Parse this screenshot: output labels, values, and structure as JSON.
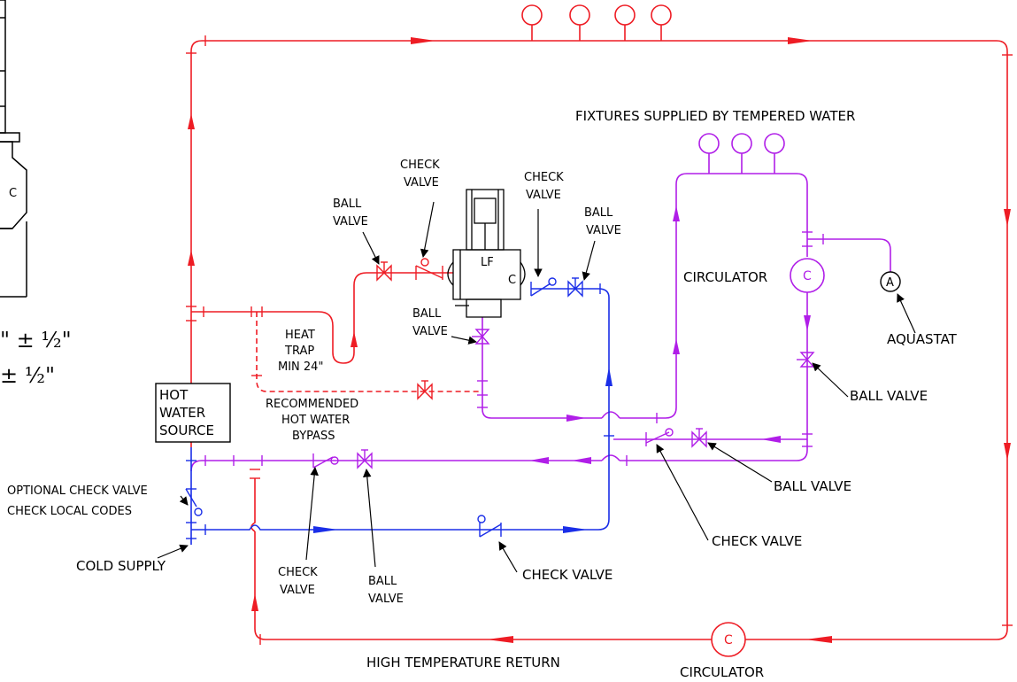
{
  "colors": {
    "hot": "#ee1c24",
    "tempered": "#b01ee8",
    "cold": "#1a2ee8",
    "line": "#000000"
  },
  "labels": {
    "fixtures_tempered": "FIXTURES SUPPLIED BY TEMPERED WATER",
    "check_valve_1a": "CHECK",
    "check_valve_1b": "VALVE",
    "check_valve_2a": "CHECK",
    "check_valve_2b": "VALVE",
    "ball_valve_1a": "BALL",
    "ball_valve_1b": "VALVE",
    "ball_valve_2a": "BALL",
    "ball_valve_2b": "VALVE",
    "ball_valve_3a": "BALL",
    "ball_valve_3b": "VALVE",
    "circulator_top": "CIRCULATOR",
    "aquastat": "AQUASTAT",
    "ball_valve_right": "BALL VALVE",
    "heat_trap_1": "HEAT",
    "heat_trap_2": "TRAP",
    "heat_trap_3": "MIN 24\"",
    "bypass_1": "RECOMMENDED",
    "bypass_2": "HOT WATER",
    "bypass_3": "BYPASS",
    "hot_source_1": "HOT",
    "hot_source_2": "WATER",
    "hot_source_3": "SOURCE",
    "optional_check_1": "OPTIONAL CHECK VALVE",
    "optional_check_2": "CHECK LOCAL CODES",
    "cold_supply": "COLD SUPPLY",
    "check_valve_lower_a": "CHECK",
    "check_valve_lower_b": "VALVE",
    "ball_valve_lower_a": "BALL",
    "ball_valve_lower_b": "VALVE",
    "check_valve_cold": "CHECK VALVE",
    "check_valve_mid": "CHECK VALVE",
    "ball_valve_mid": "BALL VALVE",
    "high_temp_return": "HIGH TEMPERATURE RETURN",
    "circulator_bottom": "CIRCULATOR",
    "circ_symbol": "C",
    "aquastat_symbol": "A",
    "valve_label_c": "C",
    "valve_label_lf": "LF",
    "dim_1": "\" ± ½\"",
    "dim_2": "± ½\""
  }
}
